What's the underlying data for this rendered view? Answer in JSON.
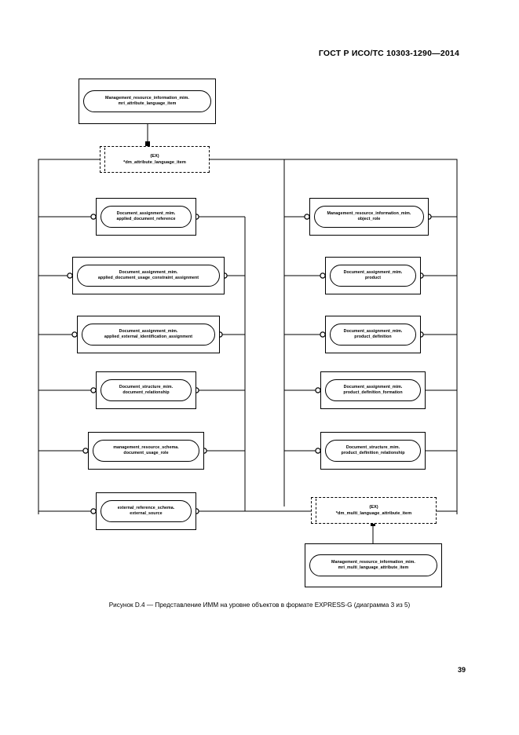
{
  "document": {
    "header": "ГОСТ Р ИСО/ТС 10303-1290—2014",
    "caption": "Рисунок D.4 — Представление ИММ на уровне объектов в формате EXPRESS-G (диаграмма 3 из 5)",
    "page_number": "39"
  },
  "diagram": {
    "type": "EXPRESS-G entity-level diagram",
    "ex_label": "(EX)",
    "nodes": [
      {
        "id": "n-top",
        "kind": "entity",
        "line1": "Management_resource_information_mim.",
        "line2": "mri_attribute_language_item"
      },
      {
        "id": "n-ex-top",
        "kind": "external",
        "ex": "(EX)",
        "name": "*dm_attribute_language_item"
      },
      {
        "id": "n-l1",
        "kind": "entity",
        "line1": "Document_assignment_mim.",
        "line2": "applied_document_reference"
      },
      {
        "id": "n-l2",
        "kind": "entity",
        "line1": "Document_assignment_mim.",
        "line2": "applied_document_usage_constraint_assignment"
      },
      {
        "id": "n-l3",
        "kind": "entity",
        "line1": "Document_assignment_mim.",
        "line2": "applied_external_identification_assignment"
      },
      {
        "id": "n-l4",
        "kind": "entity",
        "line1": "Document_structure_mim.",
        "line2": "document_relationship"
      },
      {
        "id": "n-l5",
        "kind": "entity",
        "line1": "management_resource_schema.",
        "line2": "document_usage_role"
      },
      {
        "id": "n-l6",
        "kind": "entity",
        "line1": "external_reference_schema.",
        "line2": "external_source"
      },
      {
        "id": "n-r1",
        "kind": "entity",
        "line1": "Management_resource_information_mim.",
        "line2": "object_role"
      },
      {
        "id": "n-r2",
        "kind": "entity",
        "line1": "Document_assignment_mim.",
        "line2": "product"
      },
      {
        "id": "n-r3",
        "kind": "entity",
        "line1": "Document_assignment_mim.",
        "line2": "product_definition"
      },
      {
        "id": "n-r4",
        "kind": "entity",
        "line1": "Document_assignment_mim.",
        "line2": "product_definition_formation"
      },
      {
        "id": "n-r5",
        "kind": "entity",
        "line1": "Document_structure_mim.",
        "line2": "product_definition_relationship"
      },
      {
        "id": "n-ex-bottom",
        "kind": "external",
        "ex": "(EX)",
        "name": "*dm_multi_language_attribute_item"
      },
      {
        "id": "n-bottom",
        "kind": "entity",
        "line1": "Management_resource_information_mim.",
        "line2": "mri_multi_language_attribute_item"
      }
    ]
  }
}
